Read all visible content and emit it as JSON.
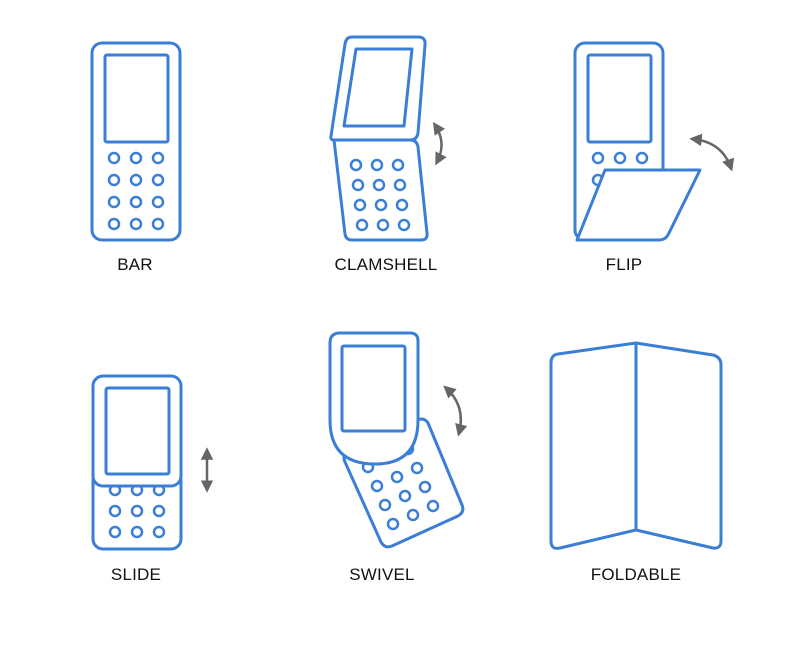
{
  "colors": {
    "phone_stroke": "#3a7fd5",
    "arrow": "#666666",
    "label_text": "#111111",
    "background": "#ffffff"
  },
  "labels": {
    "bar": "BAR",
    "clamshell": "CLAMSHELL",
    "flip": "FLIP",
    "slide": "SLIDE",
    "swivel": "SWIVEL",
    "foldable": "FOLDABLE"
  }
}
